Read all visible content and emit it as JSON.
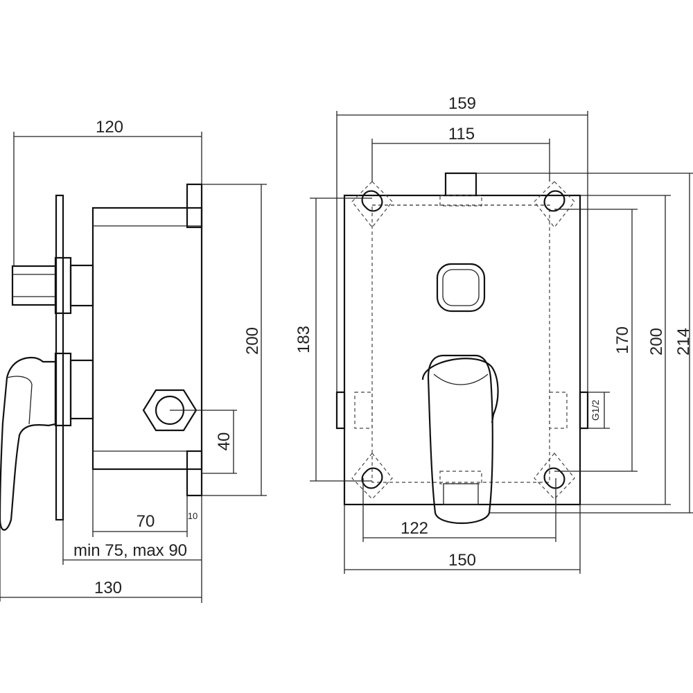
{
  "side_view": {
    "dimensions": {
      "width_top": "120",
      "height": "200",
      "offset_40": "40",
      "depth_70": "70",
      "depth_10": "10",
      "range": "min 75, max 90",
      "total_130": "130"
    }
  },
  "front_view": {
    "dimensions": {
      "width_159": "159",
      "width_115": "115",
      "height_183": "183",
      "height_170": "170",
      "height_200": "200",
      "height_214": "214",
      "width_122": "122",
      "width_150": "150",
      "thread": "G1/2"
    }
  }
}
